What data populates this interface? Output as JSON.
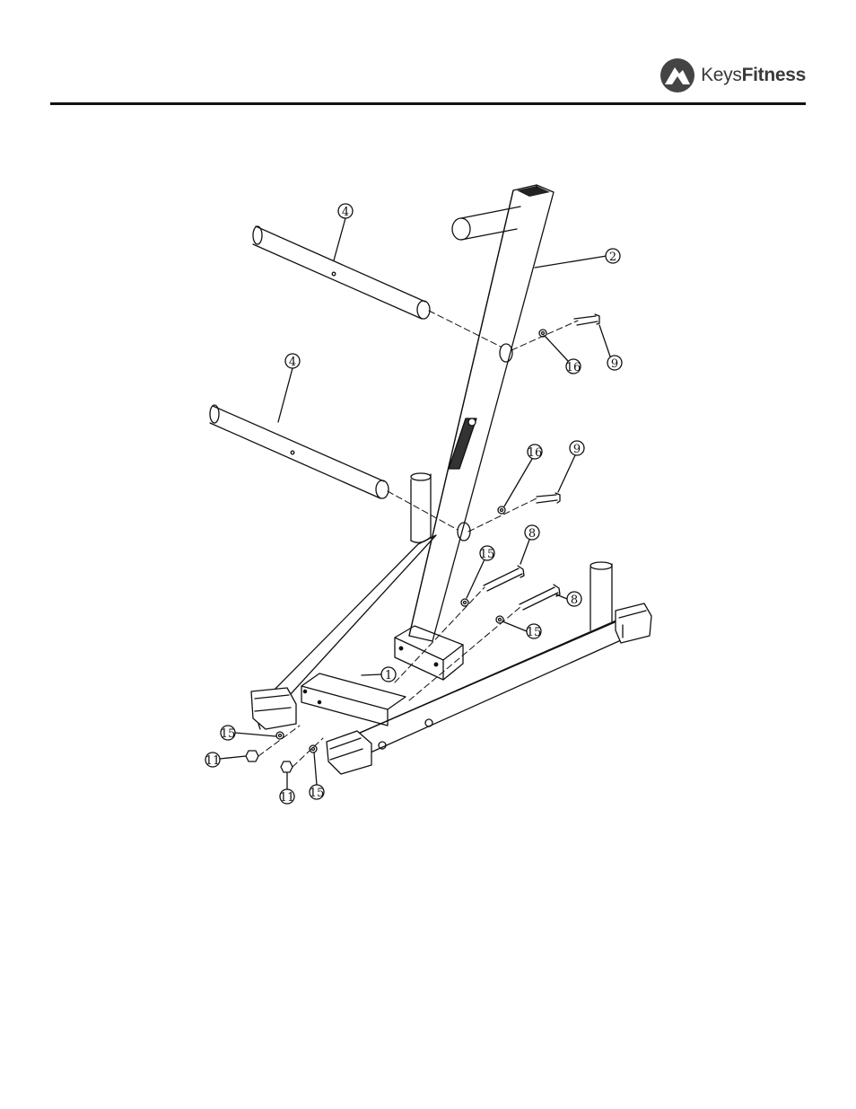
{
  "header": {
    "brand_prefix": "Keys",
    "brand_suffix": "Fitness",
    "logo_icon": "keysfitness-logo-icon"
  },
  "callouts": [
    "1",
    "2",
    "4",
    "4",
    "8",
    "8",
    "9",
    "9",
    "11",
    "11",
    "15",
    "15",
    "15",
    "15",
    "16",
    "16"
  ],
  "colors": {
    "line": "#111111",
    "background": "#ffffff"
  }
}
